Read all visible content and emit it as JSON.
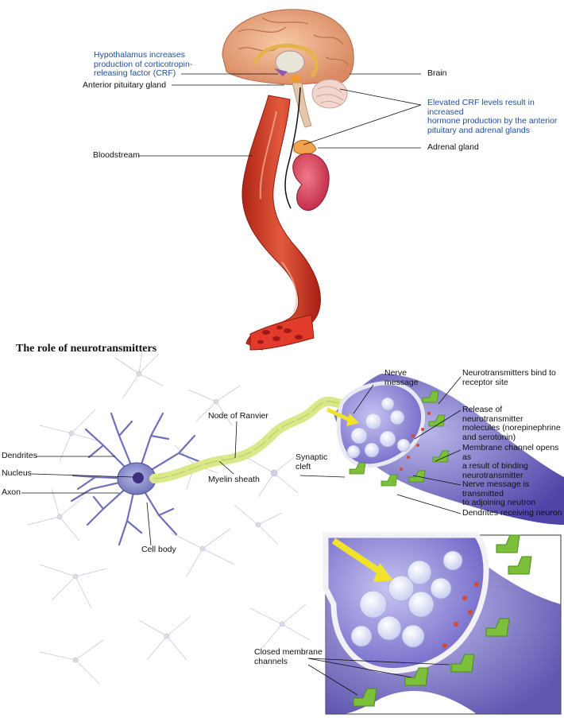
{
  "colors": {
    "label_blue": "#1d4f9c",
    "artery_red": "#c0392b",
    "membrane_purple": "#4a3fa0",
    "receptor_green": "#7bbf3a",
    "axon_yellow": "#dbe88a"
  },
  "endocrine": {
    "hypothalamus": "Hypothalamus increases\nproduction of corticotropin-\nreleasing factor (CRF)",
    "pituitary": "Anterior pituitary gland",
    "bloodstream": "Bloodstream",
    "brain": "Brain",
    "elevated_crf": "Elevated CRF levels result in increased\nhormone production by the anterior\npituitary and adrenal glands",
    "adrenal": "Adrenal gland"
  },
  "neuro": {
    "title": "The role of neurotransmitters",
    "dendrites": "Dendrites",
    "nucleus": "Nucleus",
    "axon": "Axon",
    "cell_body": "Cell body",
    "node_of_ranvier": "Node of Ranvier",
    "myelin_sheath": "Myelin sheath",
    "synaptic_cleft": "Synaptic\ncleft",
    "nerve_message": "Nerve\nmessage",
    "bind_receptor": "Neurotransmitters bind to\nreceptor site",
    "release": "Release of neurotransmitter\nmolecules (norepinephrine\nand serotonin)",
    "channel_opens": "Membrane channel opens as\na result of binding\nneurotransmitter",
    "message_transmitted": "Nerve message is transmitted\nto adjoining neutron",
    "dendrites_receiving": "Dendrites receiving neuron",
    "closed_channels": "Closed membrane\nchannels"
  }
}
